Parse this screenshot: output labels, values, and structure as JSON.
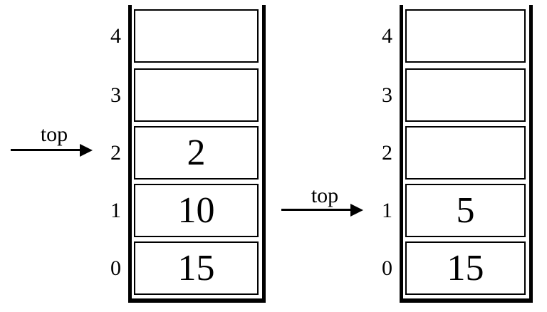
{
  "diagram": {
    "background": "#ffffff",
    "line_color": "#000000",
    "stacks": [
      {
        "name": "stack-before",
        "arrow_label": "top",
        "top_index": 2,
        "cells": [
          {
            "index": "4",
            "value": ""
          },
          {
            "index": "3",
            "value": ""
          },
          {
            "index": "2",
            "value": "2"
          },
          {
            "index": "1",
            "value": "10"
          },
          {
            "index": "0",
            "value": "15"
          }
        ]
      },
      {
        "name": "stack-after",
        "arrow_label": "top",
        "top_index": 1,
        "cells": [
          {
            "index": "4",
            "value": ""
          },
          {
            "index": "3",
            "value": ""
          },
          {
            "index": "2",
            "value": ""
          },
          {
            "index": "1",
            "value": "5"
          },
          {
            "index": "0",
            "value": "15"
          }
        ]
      }
    ]
  }
}
